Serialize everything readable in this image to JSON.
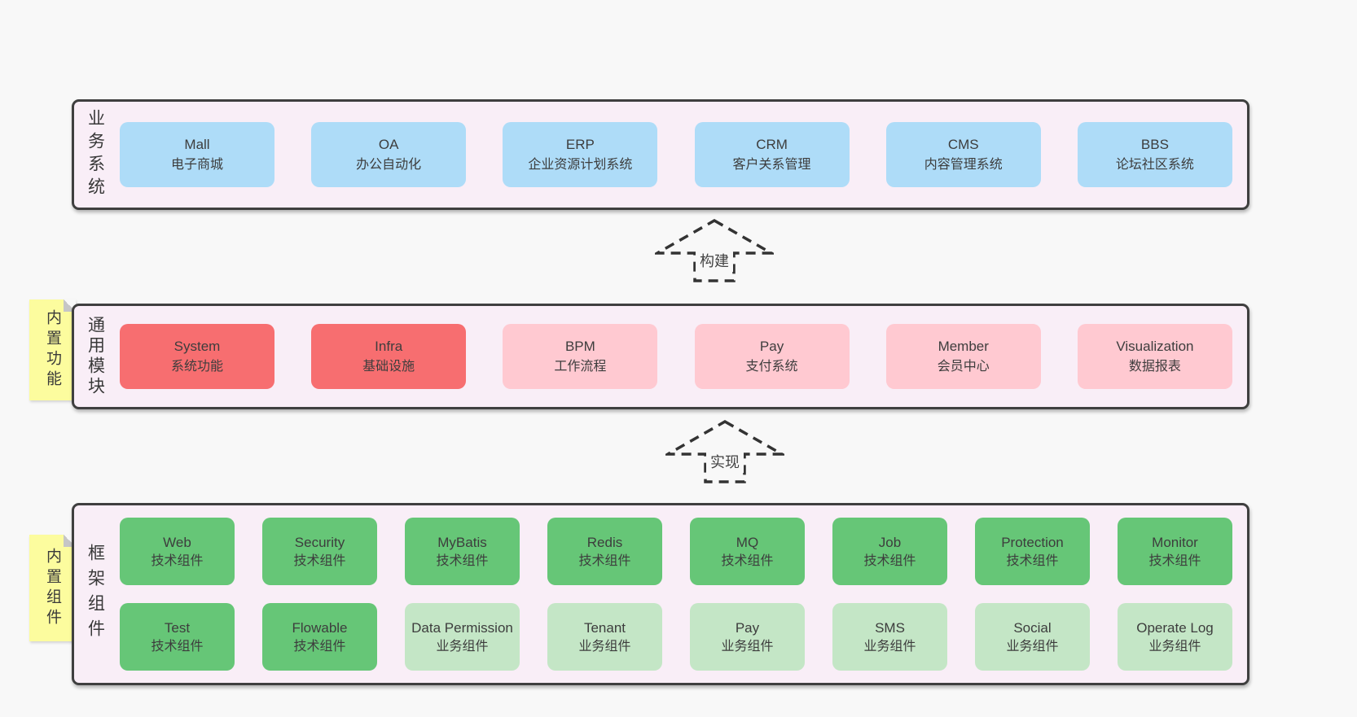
{
  "colors": {
    "page-bg": "#f8f8f8",
    "panel-bg": "#f9eef7",
    "panel-border": "#3f3f3f",
    "box-blue": "#aedcf8",
    "box-red": "#f76e70",
    "box-pink": "#ffc9d1",
    "box-green": "#66c677",
    "box-green-light": "#c4e6c6",
    "sticky-yellow": "#fcfc9e",
    "fold-gray": "#c6c6c6",
    "text": "#3d3d3d",
    "arrow-stroke": "#333333"
  },
  "layers": [
    {
      "id": "business-systems",
      "label": "业务系统",
      "boxes": [
        {
          "name": "Mall",
          "subtitle": "电子商城",
          "variant": "blue"
        },
        {
          "name": "OA",
          "subtitle": "办公自动化",
          "variant": "blue"
        },
        {
          "name": "ERP",
          "subtitle": "企业资源计划系统",
          "variant": "blue"
        },
        {
          "name": "CRM",
          "subtitle": "客户关系管理",
          "variant": "blue"
        },
        {
          "name": "CMS",
          "subtitle": "内容管理系统",
          "variant": "blue"
        },
        {
          "name": "BBS",
          "subtitle": "论坛社区系统",
          "variant": "blue"
        }
      ]
    },
    {
      "id": "common-modules",
      "label": "通用模块",
      "sticky": "内置功能",
      "boxes": [
        {
          "name": "System",
          "subtitle": "系统功能",
          "variant": "red"
        },
        {
          "name": "Infra",
          "subtitle": "基础设施",
          "variant": "red"
        },
        {
          "name": "BPM",
          "subtitle": "工作流程",
          "variant": "pink"
        },
        {
          "name": "Pay",
          "subtitle": "支付系统",
          "variant": "pink"
        },
        {
          "name": "Member",
          "subtitle": "会员中心",
          "variant": "pink"
        },
        {
          "name": "Visualization",
          "subtitle": "数据报表",
          "variant": "pink"
        }
      ]
    },
    {
      "id": "framework-components",
      "label": "框架组件",
      "sticky": "内置组件",
      "rows": [
        [
          {
            "name": "Web",
            "subtitle": "技术组件",
            "variant": "green"
          },
          {
            "name": "Security",
            "subtitle": "技术组件",
            "variant": "green"
          },
          {
            "name": "MyBatis",
            "subtitle": "技术组件",
            "variant": "green"
          },
          {
            "name": "Redis",
            "subtitle": "技术组件",
            "variant": "green"
          },
          {
            "name": "MQ",
            "subtitle": "技术组件",
            "variant": "green"
          },
          {
            "name": "Job",
            "subtitle": "技术组件",
            "variant": "green"
          },
          {
            "name": "Protection",
            "subtitle": "技术组件",
            "variant": "green"
          },
          {
            "name": "Monitor",
            "subtitle": "技术组件",
            "variant": "green"
          }
        ],
        [
          {
            "name": "Test",
            "subtitle": "技术组件",
            "variant": "green"
          },
          {
            "name": "Flowable",
            "subtitle": "技术组件",
            "variant": "green"
          },
          {
            "name": "Data Permission",
            "subtitle": "业务组件",
            "variant": "green-light"
          },
          {
            "name": "Tenant",
            "subtitle": "业务组件",
            "variant": "green-light"
          },
          {
            "name": "Pay",
            "subtitle": "业务组件",
            "variant": "green-light"
          },
          {
            "name": "SMS",
            "subtitle": "业务组件",
            "variant": "green-light"
          },
          {
            "name": "Social",
            "subtitle": "业务组件",
            "variant": "green-light"
          },
          {
            "name": "Operate Log",
            "subtitle": "业务组件",
            "variant": "green-light"
          }
        ]
      ]
    }
  ],
  "arrows": [
    {
      "label": "构建"
    },
    {
      "label": "实现"
    }
  ]
}
